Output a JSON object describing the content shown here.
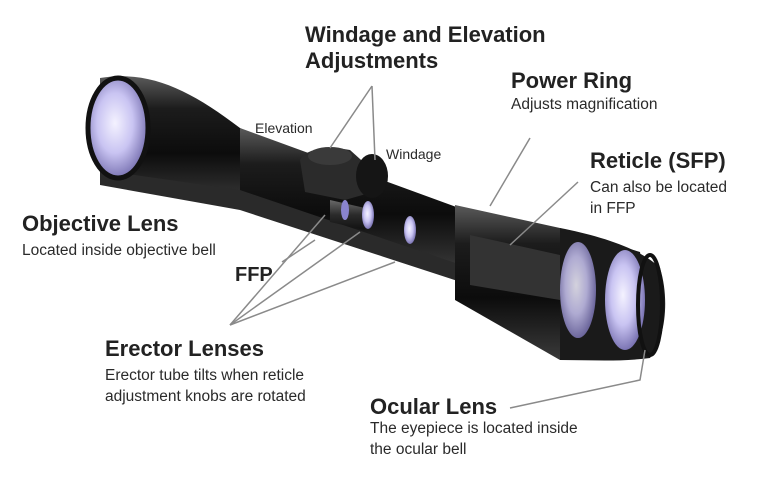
{
  "labels": {
    "windage_elevation": {
      "title_line1": "Windage and Elevation",
      "title_line2": "Adjustments"
    },
    "elevation": "Elevation",
    "windage": "Windage",
    "power_ring": {
      "title": "Power Ring",
      "desc": "Adjusts magnification"
    },
    "reticle": {
      "title": "Reticle (SFP)",
      "desc_line1": "Can also be located",
      "desc_line2": "in FFP"
    },
    "objective_lens": {
      "title": "Objective Lens",
      "desc": "Located inside objective bell"
    },
    "ffp": "FFP",
    "erector_lenses": {
      "title": "Erector Lenses",
      "desc_line1": "Erector tube tilts when reticle",
      "desc_line2": "adjustment knobs are rotated"
    },
    "ocular_lens": {
      "title": "Ocular Lens",
      "desc_line1": "The eyepiece is located inside",
      "desc_line2": "the ocular bell"
    }
  },
  "colors": {
    "body_dark": "#141414",
    "lens_glow": "#c9c4f2",
    "leader_line": "#8a8a8a"
  }
}
